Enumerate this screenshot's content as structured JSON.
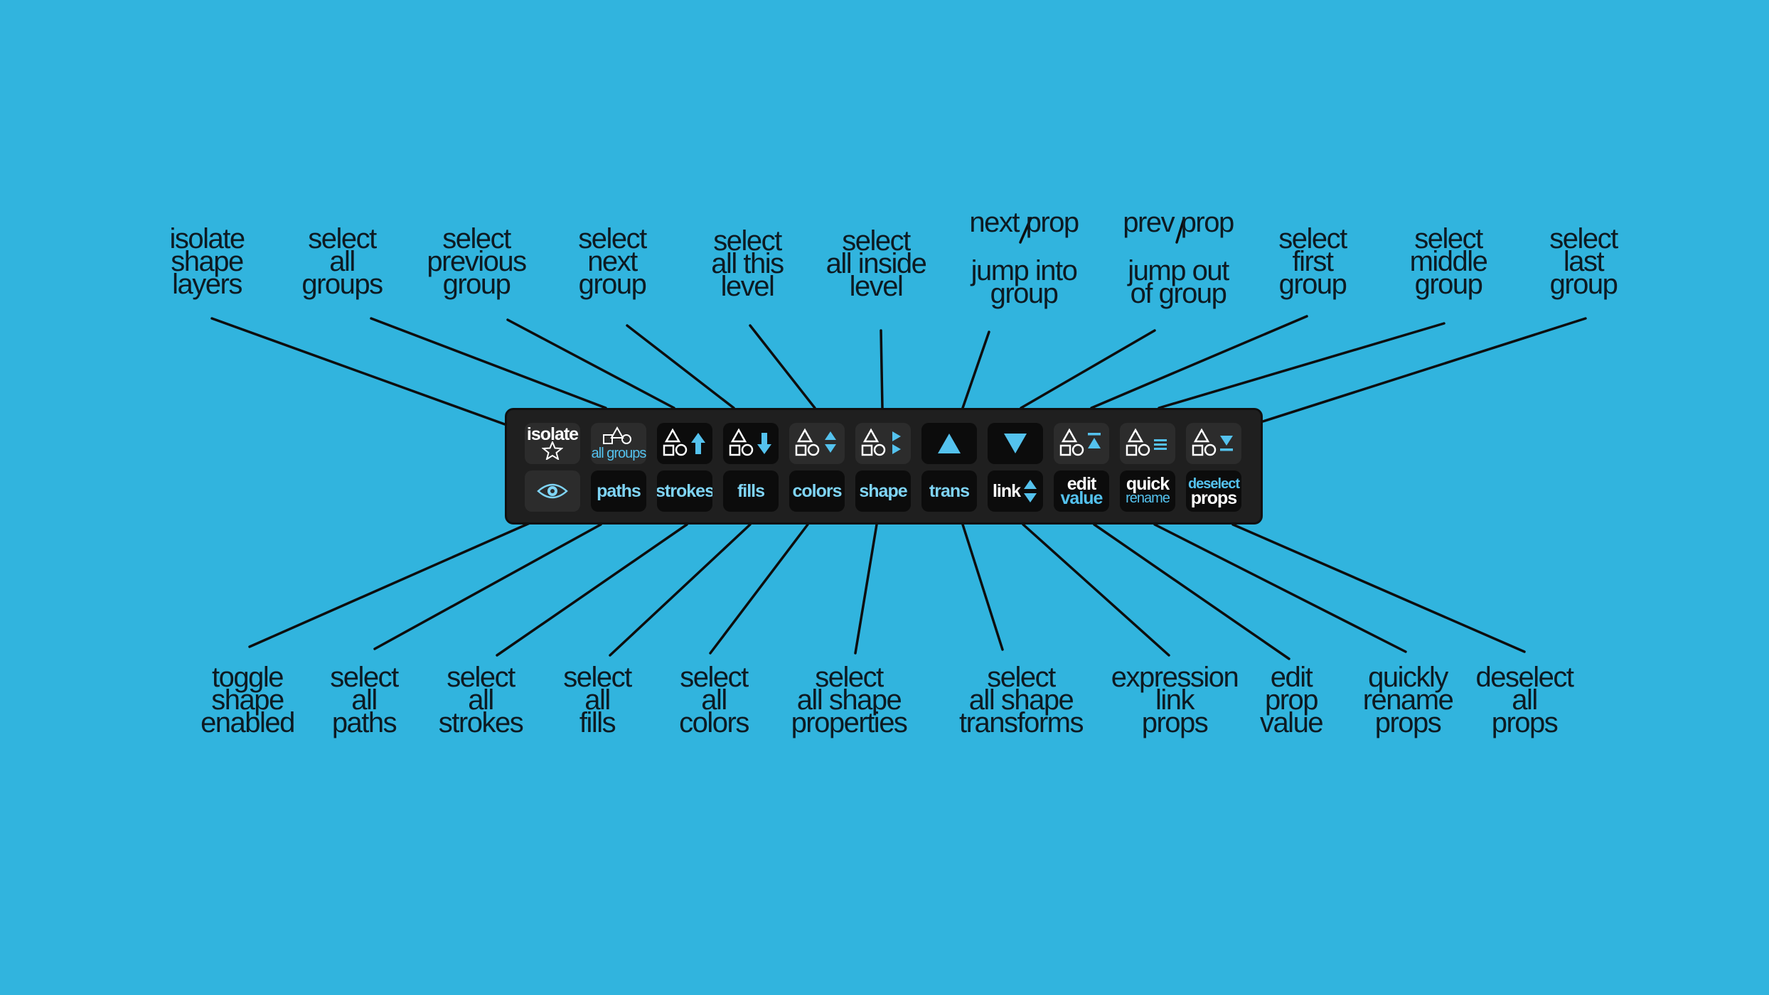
{
  "colors": {
    "background": "#31b4de",
    "panel": "#1f1f1f",
    "button": "#0c0c0c",
    "accent": "#54c2ee",
    "text": "#0d1a22"
  },
  "top_labels": [
    "isolate\nshape\nlayers",
    "select\nall\ngroups",
    "select\nprevious\ngroup",
    "select\nnext\ngroup",
    "select\nall this\nlevel",
    "select\nall inside\nlevel",
    "next prop",
    "jump into\ngroup",
    "prev prop",
    "jump out\nof group",
    "select\nfirst\ngroup",
    "select\nmiddle\ngroup",
    "select\nlast\ngroup"
  ],
  "bottom_labels": [
    "toggle\nshape\nenabled",
    "select\nall\npaths",
    "select\nall\nstrokes",
    "select\nall\nfills",
    "select\nall\ncolors",
    "select\nall shape\nproperties",
    "select\nall shape\ntransforms",
    "expression\nlink\nprops",
    "edit\nprop\nvalue",
    "quickly\nrename\nprops",
    "deselect\nall\nprops"
  ],
  "toolbar": {
    "isolate_label": "isolate",
    "all_groups_label": "all groups",
    "paths_label": "paths",
    "strokes_label": "strokes",
    "fills_label": "fills",
    "colors_label": "colors",
    "shape_label": "shape",
    "trans_label": "trans",
    "link_label": "link",
    "edit_label": "edit",
    "value_label": "value",
    "quick_label": "quick",
    "rename_label": "rename",
    "deselect_label": "deselect",
    "props_label": "props"
  },
  "icons": {
    "isolate": "star-icon",
    "all_groups": "shapes-icon",
    "prev_group": "shapes-up-arrow-icon",
    "next_group": "shapes-down-arrow-icon",
    "this_level": "shapes-up-down-icon",
    "inside_level": "shapes-right-icon",
    "next_prop": "triangle-up-icon",
    "prev_prop": "triangle-down-icon",
    "first_group": "shapes-top-icon",
    "middle_group": "shapes-middle-icon",
    "last_group": "shapes-bottom-icon",
    "toggle": "eye-icon"
  }
}
